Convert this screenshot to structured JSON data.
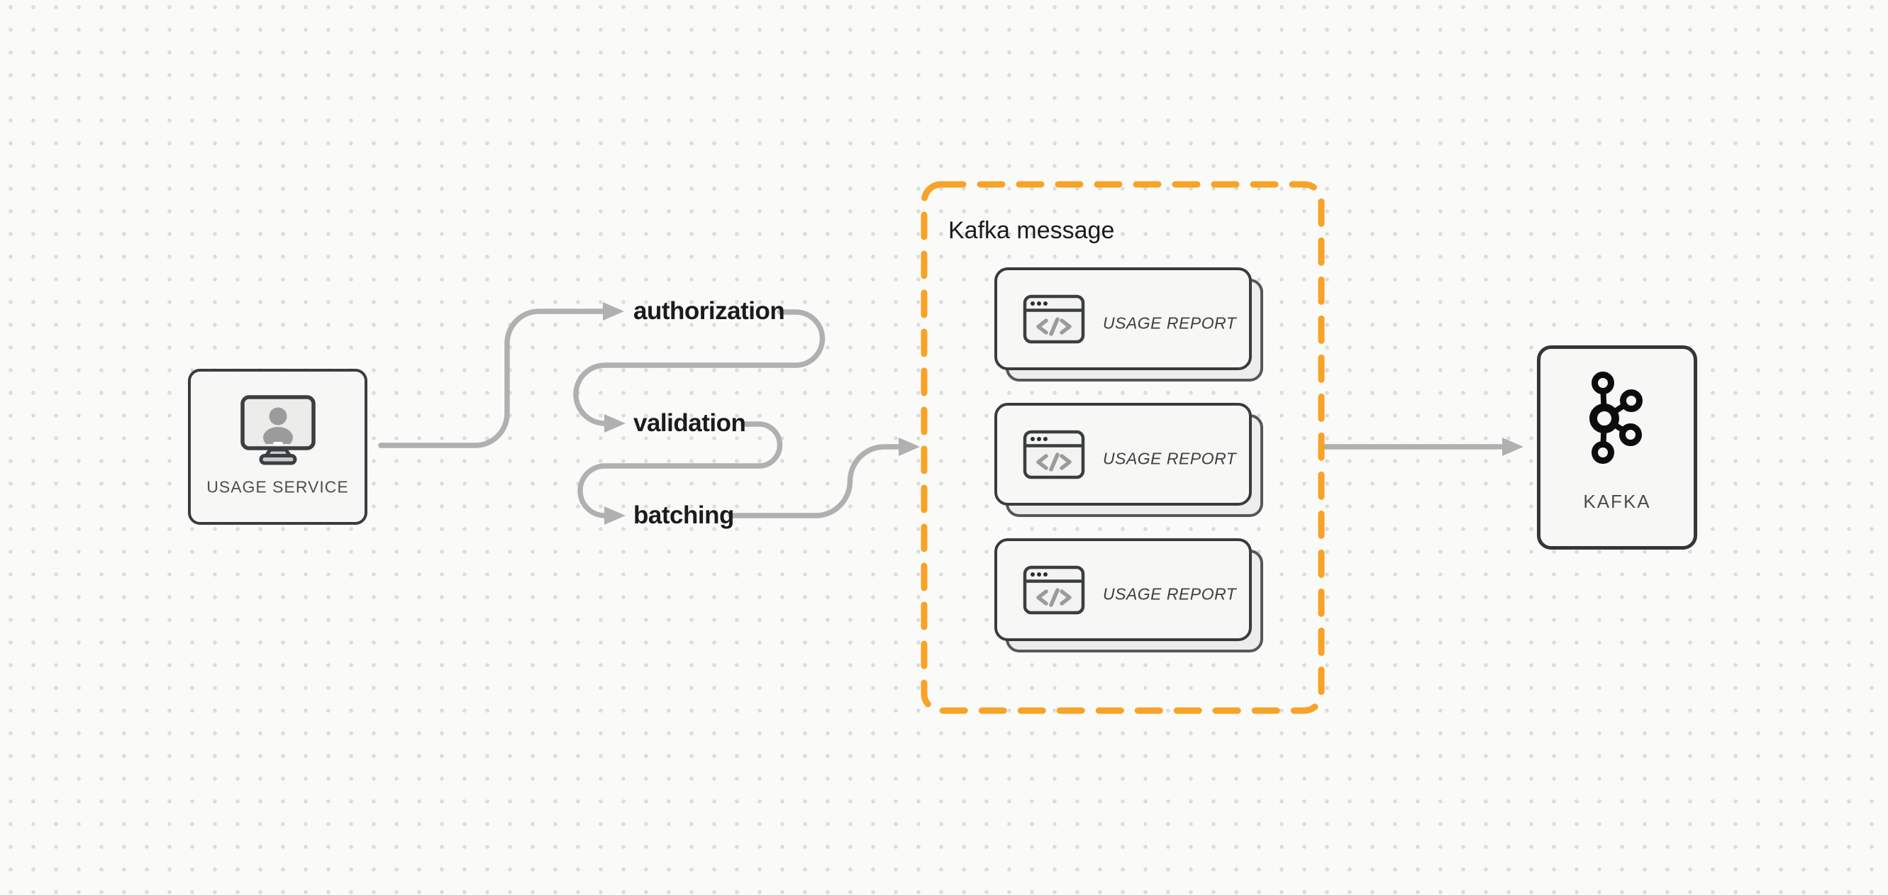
{
  "diagram": {
    "source_node": {
      "label": "USAGE SERVICE"
    },
    "pipeline_steps": [
      {
        "label": "authorization"
      },
      {
        "label": "validation"
      },
      {
        "label": "batching"
      }
    ],
    "message_group": {
      "title": "Kafka message",
      "cards": [
        {
          "label": "USAGE REPORT"
        },
        {
          "label": "USAGE REPORT"
        },
        {
          "label": "USAGE REPORT"
        }
      ]
    },
    "target_node": {
      "label": "KAFKA"
    }
  },
  "icons": {
    "source_node_icon": "monitor-user-icon",
    "card_icon": "code-window-icon",
    "target_node_icon": "kafka-logo-icon"
  },
  "colors": {
    "background": "#fafaf8",
    "dot_grid": "#dcdcda",
    "group_border_orange": "#f7a327",
    "connector_gray": "#b0b0b0",
    "node_border_dark": "#3a3d40",
    "node_fill": "#f7f7f5",
    "label_text_dark": "#1b1b1d",
    "caption_text_gray": "#4d4d4d"
  }
}
